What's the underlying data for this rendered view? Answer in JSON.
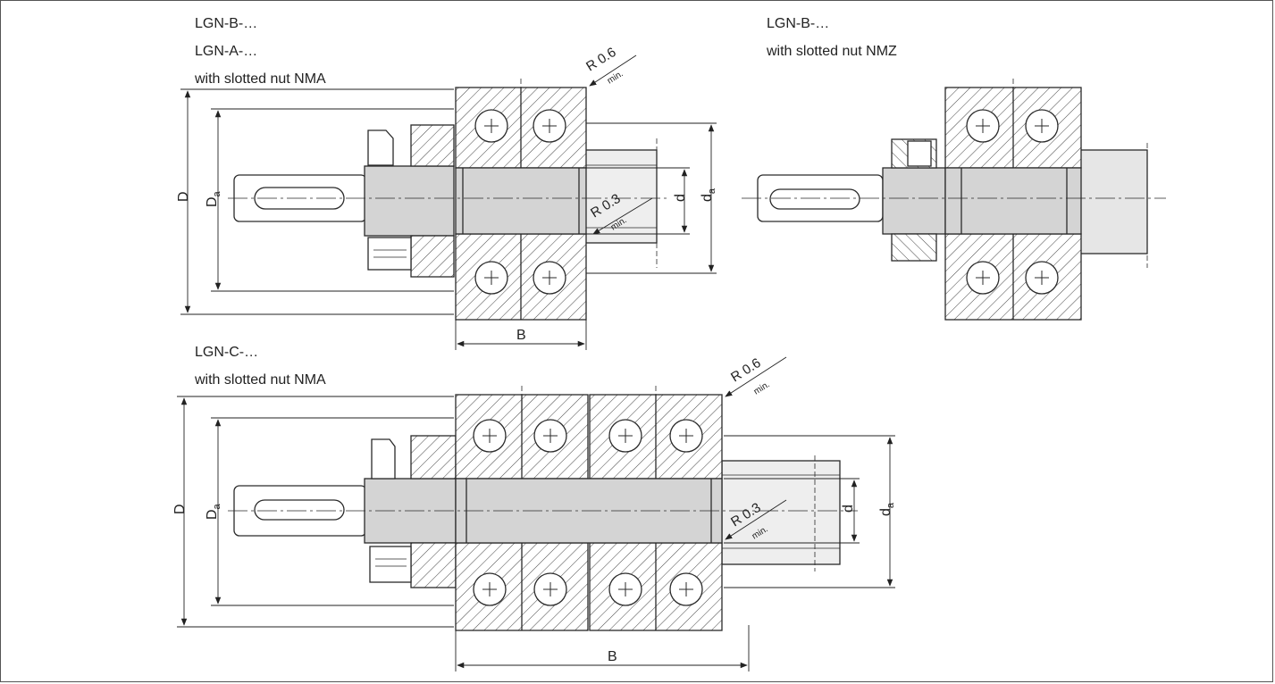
{
  "colors": {
    "line": "#2a2a2a",
    "section": "#c8c8c8",
    "shaft": "#d4d4d4",
    "hatch": "#444444"
  },
  "top_left": {
    "line1": "LGN-B-…",
    "line2": "LGN-A-…",
    "line3": "with slotted nut NMA"
  },
  "top_right": {
    "line1": "LGN-B-…",
    "line2": "with slotted nut NMZ"
  },
  "bottom": {
    "line1": "LGN-C-…",
    "line2": "with slotted nut NMA"
  },
  "dims": {
    "D": "D",
    "Da_main": "D",
    "Da_sub": "a",
    "d": "d",
    "da_main": "d",
    "da_sub": "a",
    "B": "B",
    "r06": "R 0.6",
    "r03": "R 0.3",
    "min": "min."
  }
}
